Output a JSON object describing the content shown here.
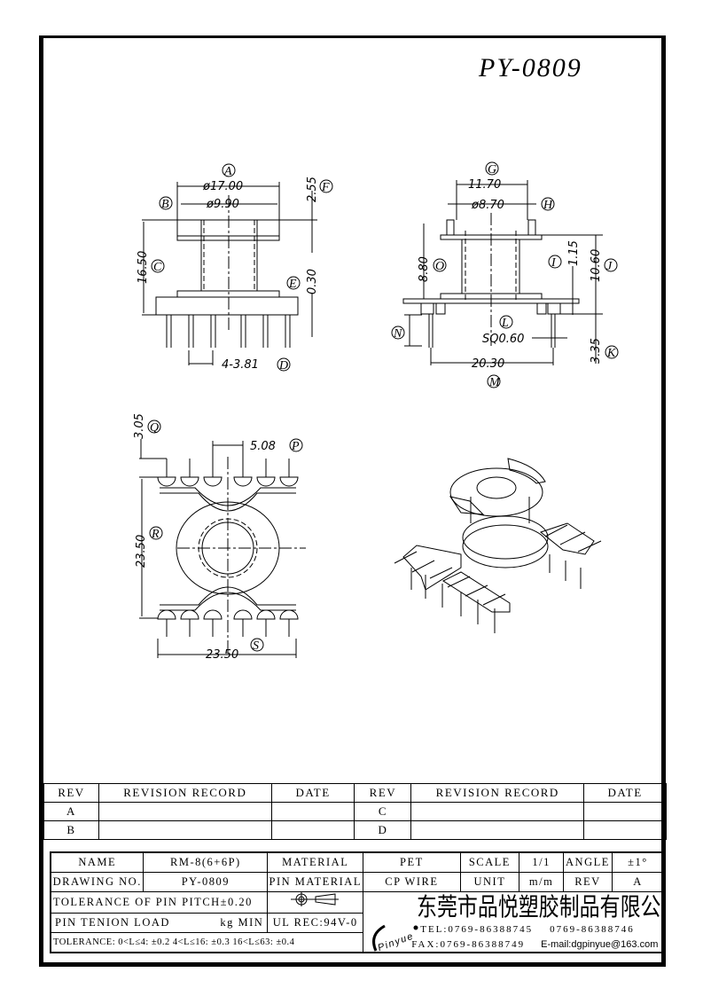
{
  "drawing": {
    "part_number": "PY-0809",
    "views": {
      "front": {
        "A": {
          "label": "A",
          "value": "ø17.00"
        },
        "B": {
          "label": "B",
          "value": "ø9.90"
        },
        "C": {
          "label": "C",
          "value": "16.50"
        },
        "D": {
          "label": "D",
          "value": "4-3.81"
        },
        "E": {
          "label": "E",
          "value": "0.30"
        },
        "F": {
          "label": "F",
          "value": "2.55"
        }
      },
      "side": {
        "G": {
          "label": "G",
          "value": "11.70"
        },
        "H": {
          "label": "H",
          "value": "ø8.70"
        },
        "I": {
          "label": "I",
          "value": "1.15"
        },
        "J": {
          "label": "J",
          "value": "10.60"
        },
        "K": {
          "label": "K",
          "value": "3.35"
        },
        "L": {
          "label": "L",
          "value": "SQ0.60"
        },
        "M": {
          "label": "M",
          "value": "20.30"
        },
        "N": {
          "label": "N",
          "value": ""
        },
        "O": {
          "label": "O",
          "value": "8.80"
        }
      },
      "top": {
        "P": {
          "label": "P",
          "value": "5.08"
        },
        "Q": {
          "label": "Q",
          "value": "3.05"
        },
        "R": {
          "label": "R",
          "value": "23.50"
        },
        "S": {
          "label": "S",
          "value": "23.50"
        }
      }
    }
  },
  "revision_table": {
    "headers": [
      "REV",
      "REVISION RECORD",
      "DATE",
      "REV",
      "REVISION RECORD",
      "DATE"
    ],
    "rows": [
      [
        "A",
        "",
        "",
        "C",
        "",
        ""
      ],
      [
        "B",
        "",
        "",
        "D",
        "",
        ""
      ]
    ]
  },
  "info_table": {
    "name_label": "NAME",
    "name_value": "RM-8(6+6P)",
    "material_label": "MATERIAL",
    "material_value": "PET",
    "scale_label": "SCALE",
    "scale_value": "1/1",
    "angle_label": "ANGLE",
    "angle_value": "±1°",
    "drawing_no_label": "DRAWING NO.",
    "drawing_no_value": "PY-0809",
    "pin_material_label": "PIN MATERIAL",
    "pin_material_value": "CP WIRE",
    "unit_label": "UNIT",
    "unit_value": "m/m",
    "rev_label": "REV",
    "rev_value": "A",
    "pin_pitch_tolerance": "TOLERANCE OF PIN PITCH±0.20",
    "pin_tension_load": "PIN TENION LOAD",
    "pin_tension_unit": "kg MIN",
    "ul_rec": "UL REC:94V-0",
    "tolerance": "TOLERANCE: 0<L≤4: ±0.2   4<L≤16: ±0.3   16<L≤63: ±0.4"
  },
  "company": {
    "logo_text": "Pinyue",
    "name": "东莞市品悦塑胶制品有限公司",
    "tel": "TEL:0769-86388745",
    "tel2": "0769-86388746",
    "fax": "FAX:0769-86388749",
    "email": "E-mail:dgpinyue@163.com"
  }
}
